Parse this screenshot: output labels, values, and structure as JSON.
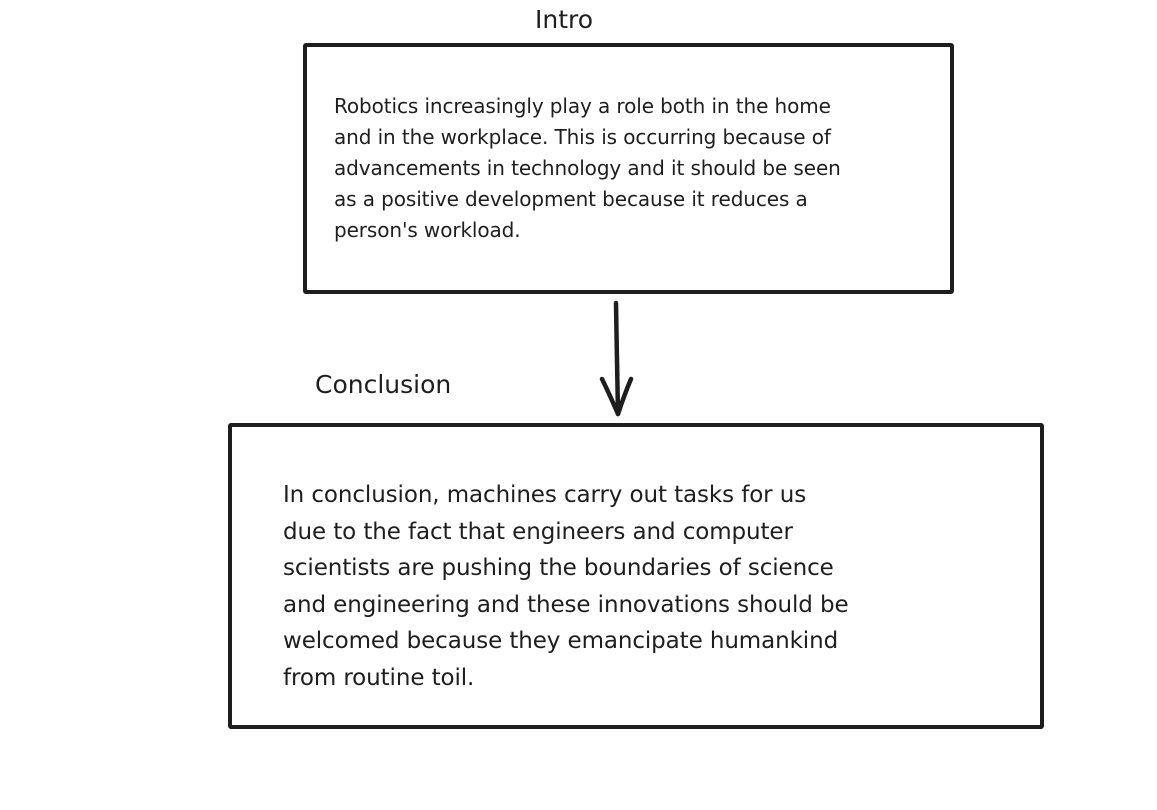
{
  "diagram": {
    "nodes": [
      {
        "id": "intro",
        "label": "Intro",
        "text": "Robotics increasingly play a role both in the home\nand in the workplace. This is occurring because of\nadvancements in technology and it should be seen\nas a positive development because it reduces a\nperson's workload."
      },
      {
        "id": "conclusion",
        "label": "Conclusion",
        "text": "In conclusion, machines carry out tasks for us\ndue to the fact that engineers and computer\nscientists are pushing the boundaries of science\nand engineering and these innovations should be\nwelcomed because they emancipate humankind\nfrom routine toil."
      }
    ],
    "edges": [
      {
        "from": "intro",
        "to": "conclusion",
        "style": "arrow"
      }
    ],
    "colors": {
      "stroke": "#1e1e1e",
      "text": "#1e1e1e",
      "background": "#ffffff"
    }
  }
}
